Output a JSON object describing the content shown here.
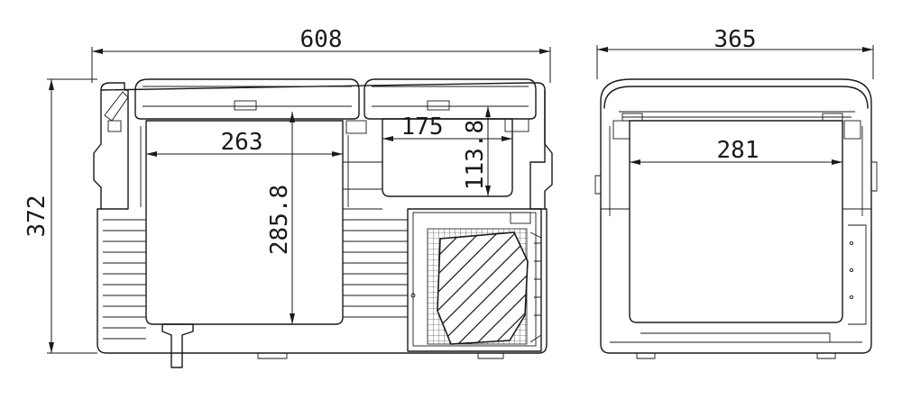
{
  "drawing": {
    "front_view": {
      "overall_width": "608",
      "overall_height": "372",
      "large_compartment_width": "263",
      "large_compartment_depth": "285.8",
      "small_compartment_width": "175",
      "small_compartment_depth": "113.8"
    },
    "side_view": {
      "overall_depth": "365",
      "inner_depth": "281"
    }
  }
}
